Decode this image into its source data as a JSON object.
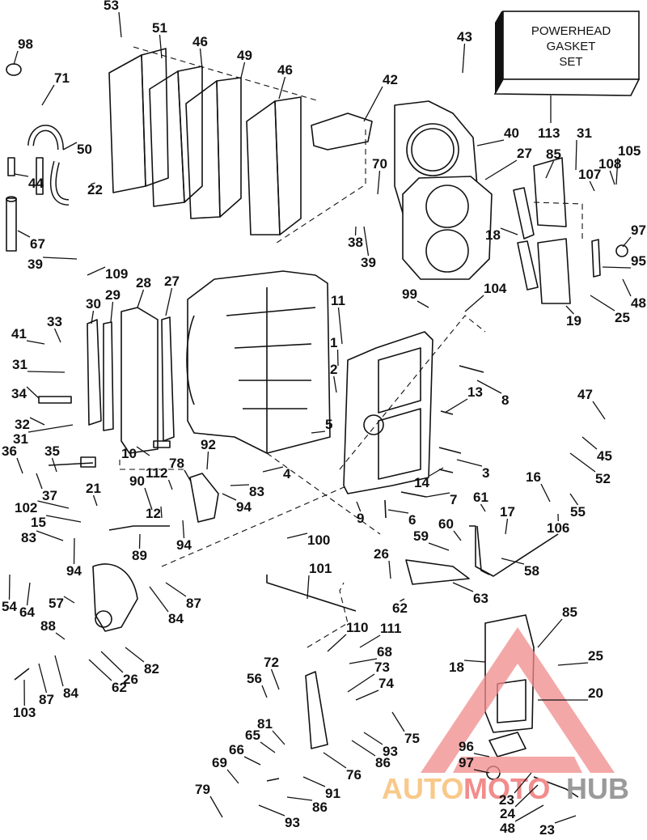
{
  "diagram": {
    "title": "Powerhead exploded parts diagram",
    "kit_box": {
      "lines": [
        "POWERHEAD",
        "GASKET",
        "SET"
      ],
      "part_number": "113"
    },
    "watermark": {
      "parts": [
        "AUTO",
        "MOTO",
        "HUB"
      ],
      "colors": [
        "#f9c98a",
        "#f28c8c",
        "#9a9a9a"
      ]
    },
    "callouts": [
      {
        "id": "c53",
        "label": "53"
      },
      {
        "id": "c51",
        "label": "51"
      },
      {
        "id": "c46a",
        "label": "46"
      },
      {
        "id": "c49",
        "label": "49"
      },
      {
        "id": "c46b",
        "label": "46"
      },
      {
        "id": "c98",
        "label": "98"
      },
      {
        "id": "c71",
        "label": "71"
      },
      {
        "id": "c50",
        "label": "50"
      },
      {
        "id": "c44",
        "label": "44"
      },
      {
        "id": "c22",
        "label": "22"
      },
      {
        "id": "c67",
        "label": "67"
      },
      {
        "id": "c43",
        "label": "43"
      },
      {
        "id": "c42",
        "label": "42"
      },
      {
        "id": "c40",
        "label": "40"
      },
      {
        "id": "c27a",
        "label": "27"
      },
      {
        "id": "c31a",
        "label": "31"
      },
      {
        "id": "c85a",
        "label": "85"
      },
      {
        "id": "c107",
        "label": "107"
      },
      {
        "id": "c108",
        "label": "108"
      },
      {
        "id": "c105",
        "label": "105"
      },
      {
        "id": "c70",
        "label": "70"
      },
      {
        "id": "c38",
        "label": "38"
      },
      {
        "id": "c39a",
        "label": "39"
      },
      {
        "id": "c18a",
        "label": "18"
      },
      {
        "id": "c97a",
        "label": "97"
      },
      {
        "id": "c95",
        "label": "95"
      },
      {
        "id": "c48a",
        "label": "48"
      },
      {
        "id": "c19",
        "label": "19"
      },
      {
        "id": "c25a",
        "label": "25"
      },
      {
        "id": "c99",
        "label": "99"
      },
      {
        "id": "c104",
        "label": "104"
      },
      {
        "id": "c39b",
        "label": "39"
      },
      {
        "id": "c109",
        "label": "109"
      },
      {
        "id": "c28",
        "label": "28"
      },
      {
        "id": "c27b",
        "label": "27"
      },
      {
        "id": "c30",
        "label": "30"
      },
      {
        "id": "c29",
        "label": "29"
      },
      {
        "id": "c33",
        "label": "33"
      },
      {
        "id": "c41",
        "label": "41"
      },
      {
        "id": "c31b",
        "label": "31"
      },
      {
        "id": "c34",
        "label": "34"
      },
      {
        "id": "c32",
        "label": "32"
      },
      {
        "id": "c31c",
        "label": "31"
      },
      {
        "id": "c36",
        "label": "36"
      },
      {
        "id": "c35",
        "label": "35"
      },
      {
        "id": "c37",
        "label": "37"
      },
      {
        "id": "c11",
        "label": "11"
      },
      {
        "id": "c1",
        "label": "1"
      },
      {
        "id": "c2",
        "label": "2"
      },
      {
        "id": "c5",
        "label": "5"
      },
      {
        "id": "c10",
        "label": "10"
      },
      {
        "id": "c92",
        "label": "92"
      },
      {
        "id": "c4",
        "label": "4"
      },
      {
        "id": "c8",
        "label": "8"
      },
      {
        "id": "c13",
        "label": "13"
      },
      {
        "id": "c3",
        "label": "3"
      },
      {
        "id": "c14",
        "label": "14"
      },
      {
        "id": "c7",
        "label": "7"
      },
      {
        "id": "c9",
        "label": "9"
      },
      {
        "id": "c6",
        "label": "6"
      },
      {
        "id": "c47",
        "label": "47"
      },
      {
        "id": "c45",
        "label": "45"
      },
      {
        "id": "c52",
        "label": "52"
      },
      {
        "id": "c16",
        "label": "16"
      },
      {
        "id": "c55",
        "label": "55"
      },
      {
        "id": "c106",
        "label": "106"
      },
      {
        "id": "c61",
        "label": "61"
      },
      {
        "id": "c17",
        "label": "17"
      },
      {
        "id": "c60",
        "label": "60"
      },
      {
        "id": "c59",
        "label": "59"
      },
      {
        "id": "c58",
        "label": "58"
      },
      {
        "id": "c26a",
        "label": "26"
      },
      {
        "id": "c62a",
        "label": "62"
      },
      {
        "id": "c63",
        "label": "63"
      },
      {
        "id": "c100",
        "label": "100"
      },
      {
        "id": "c101",
        "label": "101"
      },
      {
        "id": "c102",
        "label": "102"
      },
      {
        "id": "c21",
        "label": "21"
      },
      {
        "id": "c15",
        "label": "15"
      },
      {
        "id": "c83a",
        "label": "83"
      },
      {
        "id": "c94a",
        "label": "94"
      },
      {
        "id": "c112",
        "label": "112"
      },
      {
        "id": "c78",
        "label": "78"
      },
      {
        "id": "c90",
        "label": "90"
      },
      {
        "id": "c12",
        "label": "12"
      },
      {
        "id": "c89",
        "label": "89"
      },
      {
        "id": "c94b",
        "label": "94"
      },
      {
        "id": "c83b",
        "label": "83"
      },
      {
        "id": "c94c",
        "label": "94"
      },
      {
        "id": "c54",
        "label": "54"
      },
      {
        "id": "c64",
        "label": "64"
      },
      {
        "id": "c57",
        "label": "57"
      },
      {
        "id": "c88",
        "label": "88"
      },
      {
        "id": "c87a",
        "label": "87"
      },
      {
        "id": "c84a",
        "label": "84"
      },
      {
        "id": "c82",
        "label": "82"
      },
      {
        "id": "c26b",
        "label": "26"
      },
      {
        "id": "c62b",
        "label": "62"
      },
      {
        "id": "c103",
        "label": "103"
      },
      {
        "id": "c87b",
        "label": "87"
      },
      {
        "id": "c84b",
        "label": "84"
      },
      {
        "id": "c110",
        "label": "110"
      },
      {
        "id": "c111",
        "label": "111"
      },
      {
        "id": "c68",
        "label": "68"
      },
      {
        "id": "c73",
        "label": "73"
      },
      {
        "id": "c74",
        "label": "74"
      },
      {
        "id": "c72",
        "label": "72"
      },
      {
        "id": "c56",
        "label": "56"
      },
      {
        "id": "c75",
        "label": "75"
      },
      {
        "id": "c81",
        "label": "81"
      },
      {
        "id": "c65",
        "label": "65"
      },
      {
        "id": "c66",
        "label": "66"
      },
      {
        "id": "c69",
        "label": "69"
      },
      {
        "id": "c93a",
        "label": "93"
      },
      {
        "id": "c86a",
        "label": "86"
      },
      {
        "id": "c76",
        "label": "76"
      },
      {
        "id": "c91",
        "label": "91"
      },
      {
        "id": "c79",
        "label": "79"
      },
      {
        "id": "c86b",
        "label": "86"
      },
      {
        "id": "c93b",
        "label": "93"
      },
      {
        "id": "c85b",
        "label": "85"
      },
      {
        "id": "c25b",
        "label": "25"
      },
      {
        "id": "c18b",
        "label": "18"
      },
      {
        "id": "c20",
        "label": "20"
      },
      {
        "id": "c96",
        "label": "96"
      },
      {
        "id": "c97b",
        "label": "97"
      },
      {
        "id": "c23a",
        "label": "23"
      },
      {
        "id": "c24",
        "label": "24"
      },
      {
        "id": "c48b",
        "label": "48"
      },
      {
        "id": "c23b",
        "label": "23"
      }
    ]
  }
}
